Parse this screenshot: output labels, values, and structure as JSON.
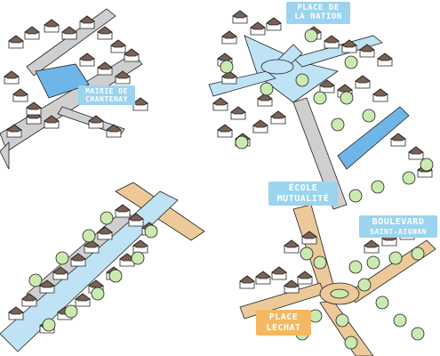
{
  "colors": {
    "building_roof": "#7a6155",
    "building_wall": "#ffffff",
    "street_gray": "#cfcfcf",
    "street_blue": "#bfe3f5",
    "road_tan": "#edc99a",
    "tree_green": "#cbeab0",
    "label_blue": "#9cd3ee",
    "label_orange": "#f4b860",
    "accent_blue": "#6fb6e8"
  },
  "panels": [
    {
      "id": "top-left",
      "label_lines": [
        "MAIRIE DE",
        "CHANTENAY"
      ],
      "label_color": "blue"
    },
    {
      "id": "top-right",
      "labels": [
        {
          "lines": [
            "PLACE DE",
            "LA NATION"
          ],
          "color": "blue"
        },
        {
          "lines": [
            "ÉCOLE",
            "MUTUALITÉ"
          ],
          "color": "blue"
        }
      ]
    },
    {
      "id": "bottom-left",
      "labels": []
    },
    {
      "id": "bottom-right",
      "labels": [
        {
          "lines": [
            "BOULEVARD",
            "SAINT-AIGNAN"
          ],
          "color": "blue"
        },
        {
          "lines": [
            "PLACE",
            "LECHAT"
          ],
          "color": "orange"
        }
      ]
    }
  ]
}
